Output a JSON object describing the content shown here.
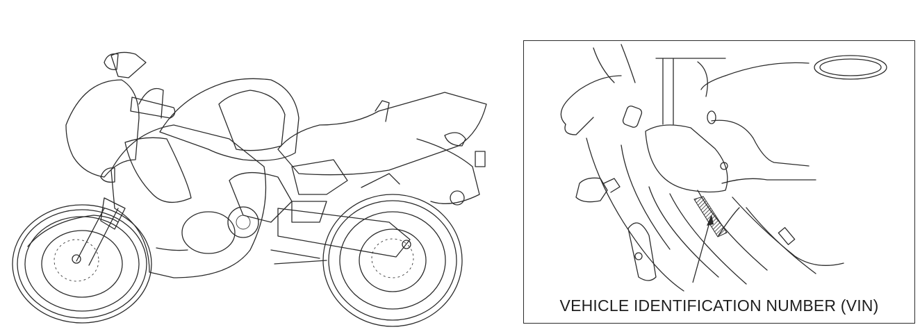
{
  "figure": {
    "main_illustration": {
      "subject": "motorcycle-side-view",
      "style": "line-art"
    },
    "inset": {
      "subject": "vin-location-detail",
      "label": "VEHICLE IDENTIFICATION NUMBER (VIN)"
    },
    "colors": {
      "line": "#2b2b2b",
      "background": "#ffffff"
    }
  }
}
